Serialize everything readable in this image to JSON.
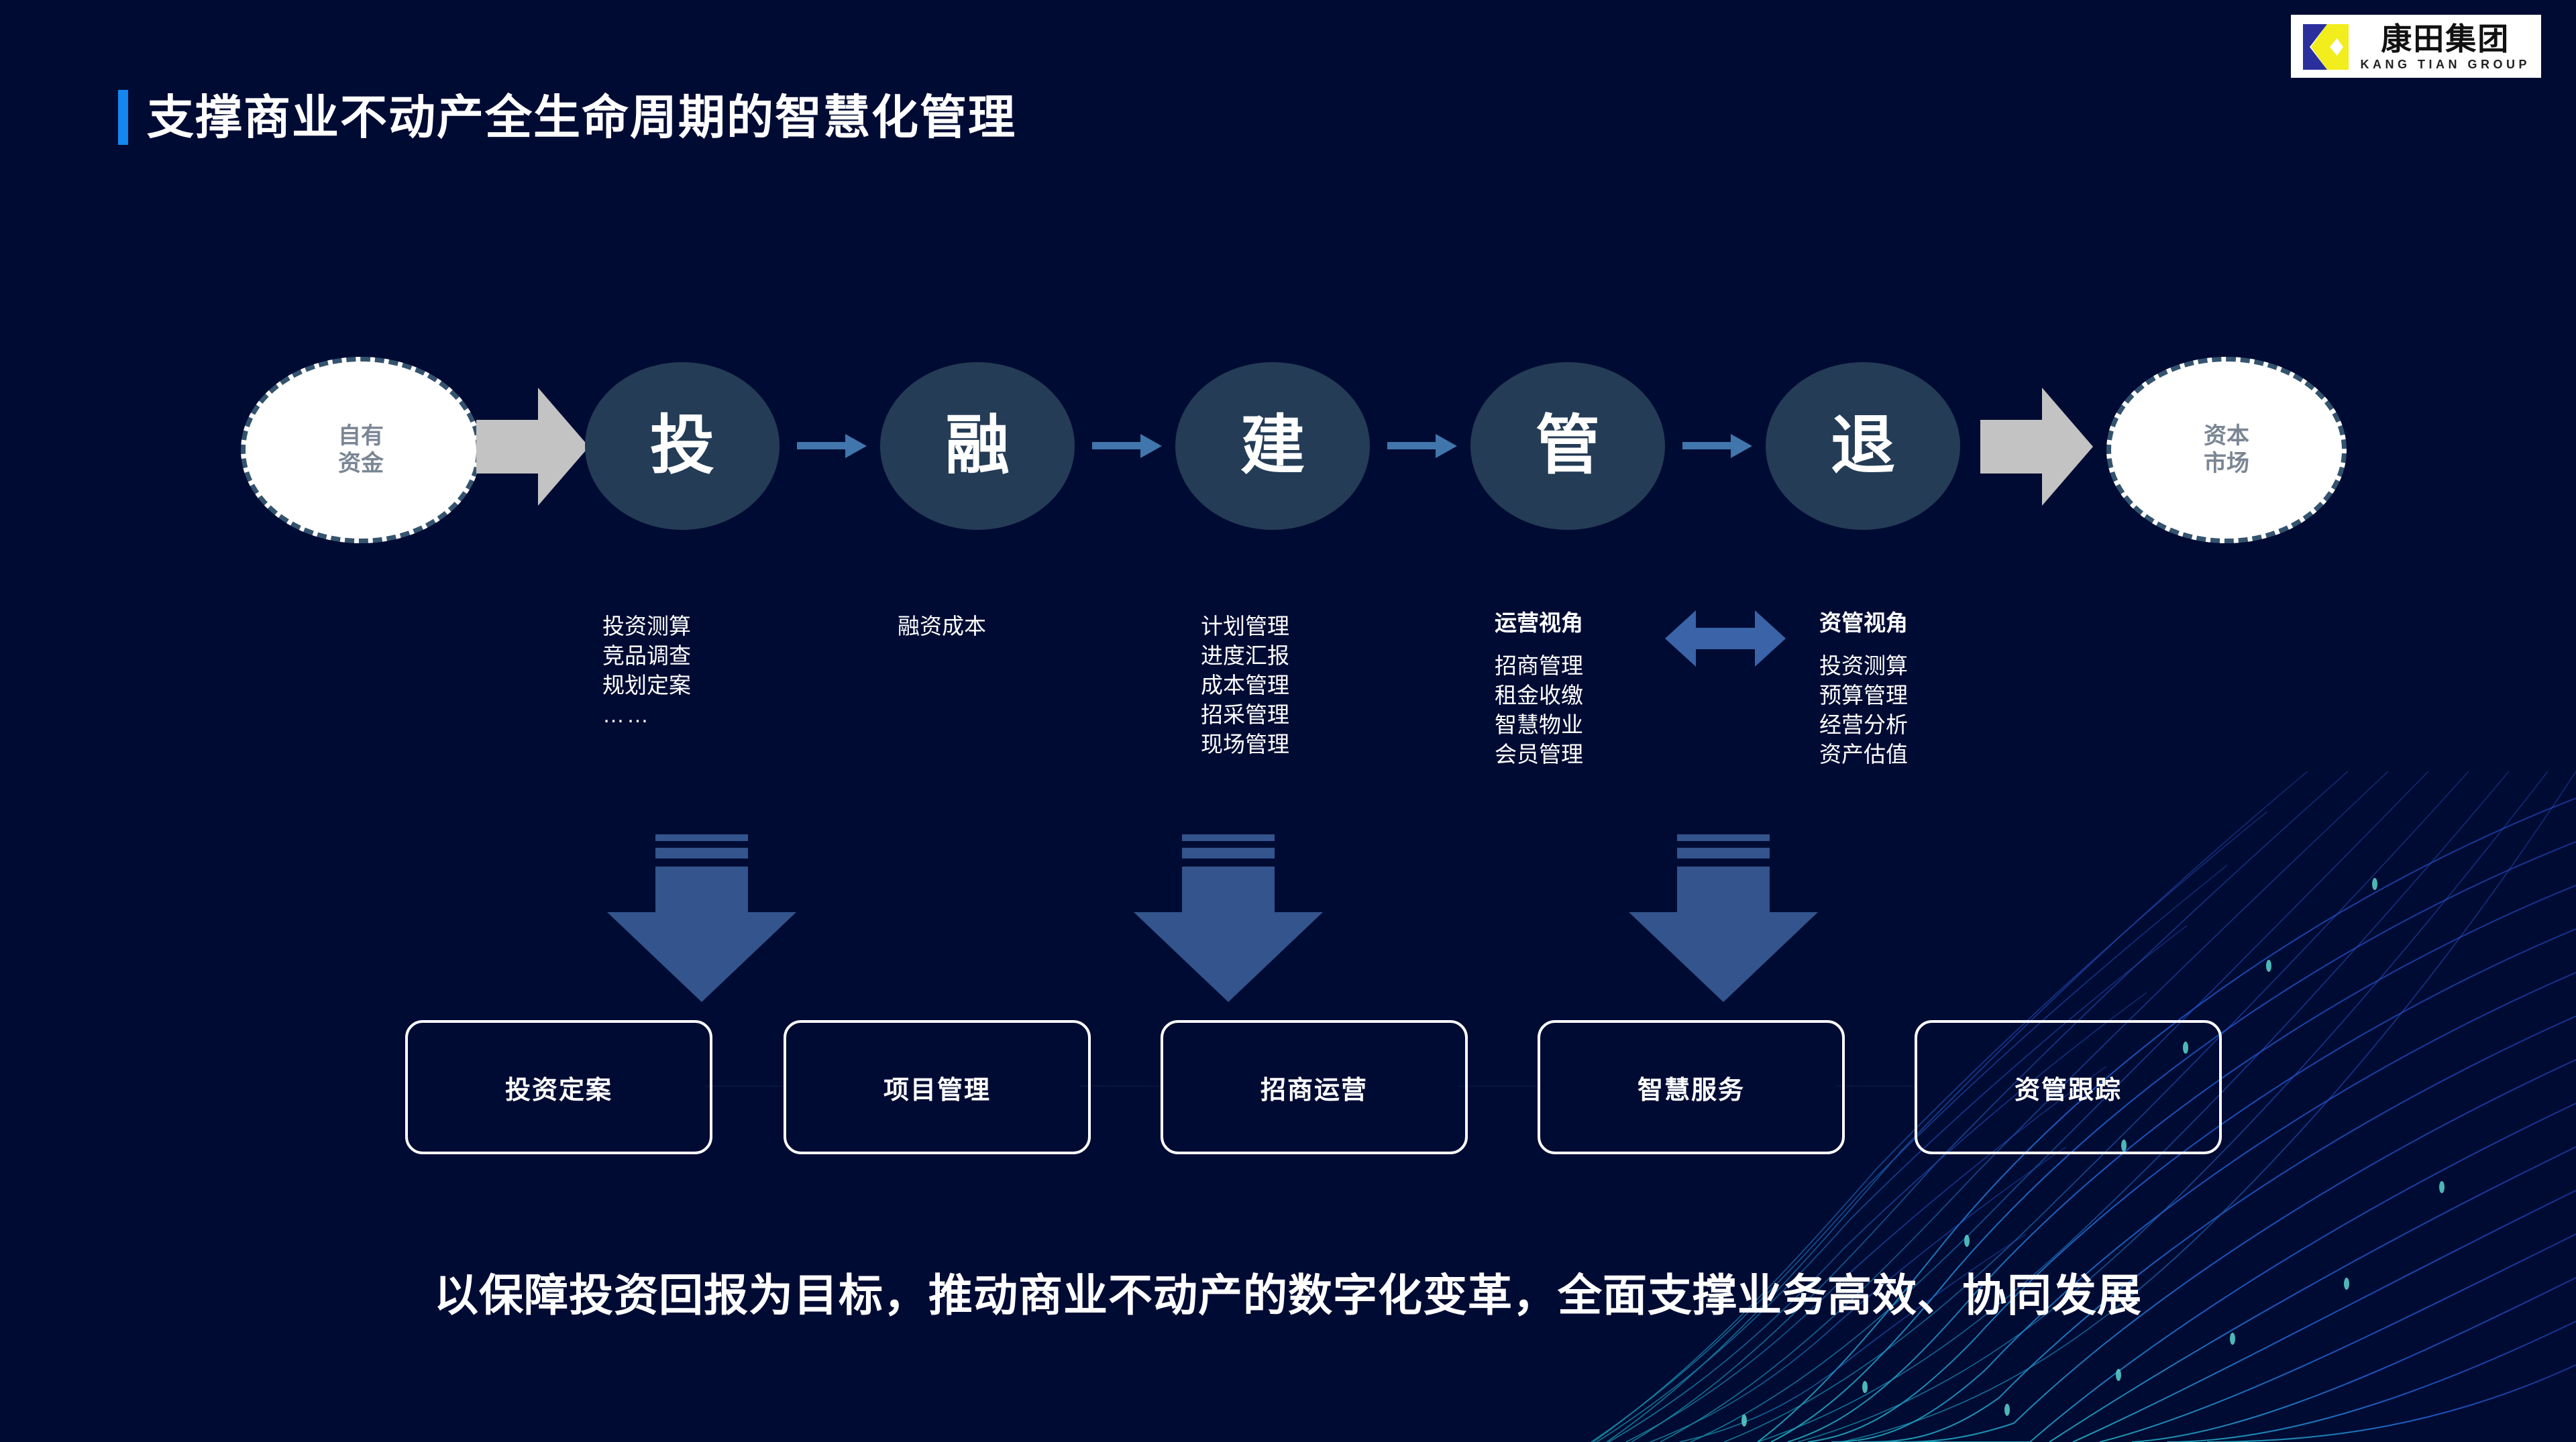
{
  "brand": {
    "logo_cn": "康田集团",
    "logo_en": "KANG TIAN GROUP",
    "logo_mark": "k-monogram-icon",
    "accent_color": "#1386ef",
    "background_color": "#000b33",
    "circle_color": "#243c56",
    "arrow_blue": "#4076ab",
    "arrow_gray": "#c3c3c3"
  },
  "title": "支撑商业不动产全生命周期的智慧化管理",
  "flow": {
    "start_node": {
      "lines": [
        "自有",
        "资金"
      ],
      "style": "white-dashed"
    },
    "end_node": {
      "lines": [
        "资本",
        "市场"
      ],
      "style": "white-dashed"
    },
    "stages": [
      {
        "label": "投"
      },
      {
        "label": "融"
      },
      {
        "label": "建"
      },
      {
        "label": "管"
      },
      {
        "label": "退"
      }
    ]
  },
  "columns": [
    {
      "key": "tou",
      "heading": "",
      "items": [
        "投资测算",
        "竞品调查",
        "规划定案"
      ],
      "ellipsis": "……"
    },
    {
      "key": "rong",
      "heading": "",
      "items": [
        "融资成本"
      ],
      "ellipsis": ""
    },
    {
      "key": "jian",
      "heading": "",
      "items": [
        "计划管理",
        "进度汇报",
        "成本管理",
        "招采管理",
        "现场管理"
      ],
      "ellipsis": ""
    },
    {
      "key": "guan-operations",
      "heading": "运营视角",
      "items": [
        "招商管理",
        "租金收缴",
        "智慧物业",
        "会员管理"
      ],
      "ellipsis": ""
    },
    {
      "key": "guan-asset",
      "heading": "资管视角",
      "items": [
        "投资测算",
        "预算管理",
        "经营分析",
        "资产估值"
      ],
      "ellipsis": ""
    }
  ],
  "boxes": [
    {
      "label": "投资定案"
    },
    {
      "label": "项目管理"
    },
    {
      "label": "招商运营"
    },
    {
      "label": "智慧服务"
    },
    {
      "label": "资管跟踪"
    }
  ],
  "tagline": "以保障投资回报为目标，推动商业不动产的数字化变革，全面支撑业务高效、协同发展"
}
